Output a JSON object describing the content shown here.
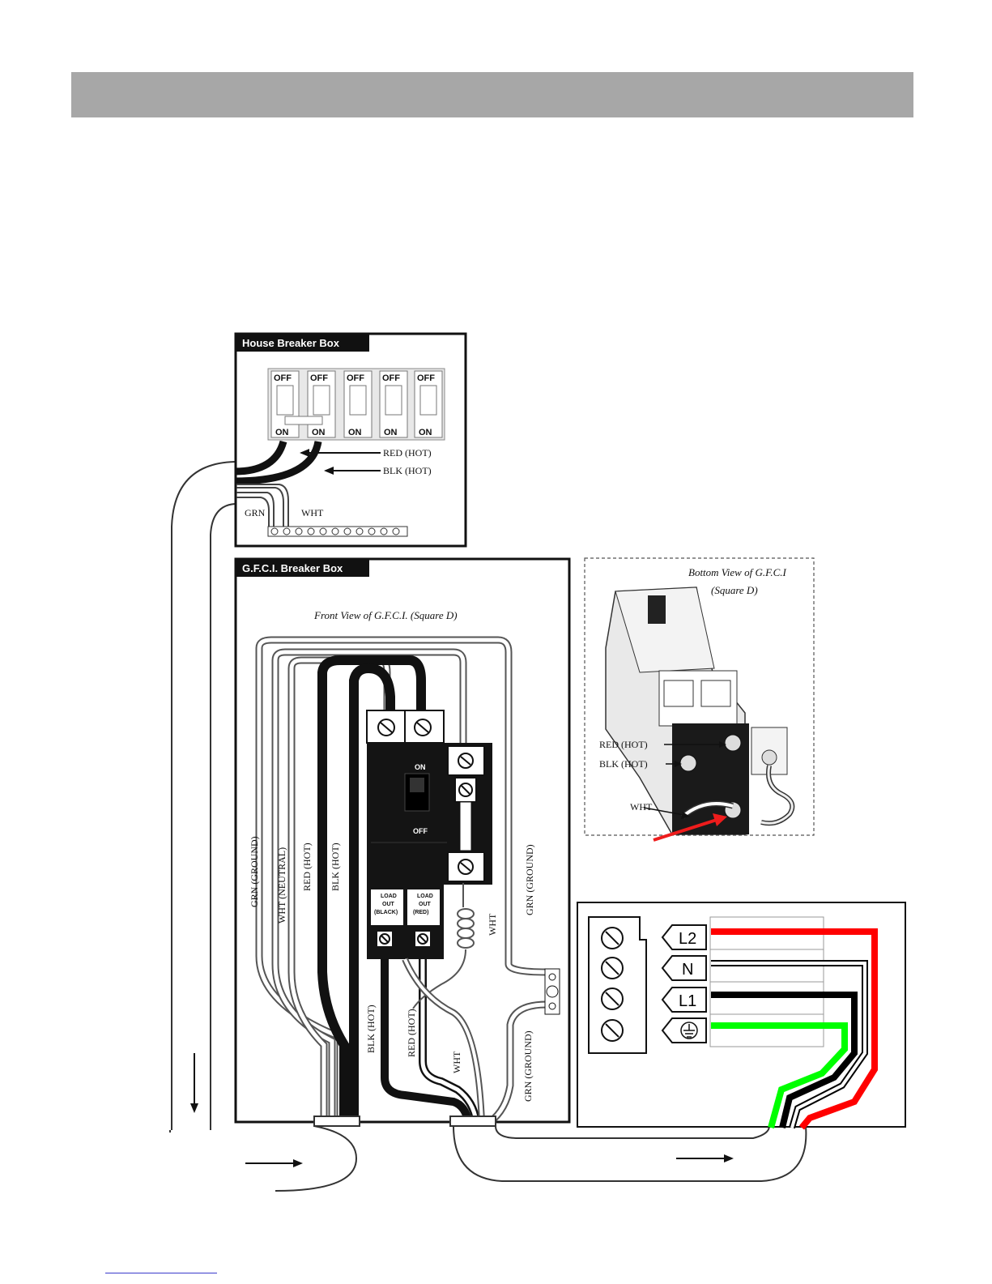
{
  "house_box": {
    "title": "House Breaker Box",
    "switches": [
      {
        "off": "OFF",
        "on": "ON"
      },
      {
        "off": "OFF",
        "on": "ON"
      },
      {
        "off": "OFF",
        "on": "ON"
      },
      {
        "off": "OFF",
        "on": "ON"
      },
      {
        "off": "OFF",
        "on": "ON"
      }
    ],
    "labels": {
      "red": "RED (HOT)",
      "blk": "BLK (HOT)",
      "grn": "GRN",
      "wht": "WHT"
    }
  },
  "gfci_box": {
    "title": "G.F.C.I. Breaker Box",
    "front_view": "Front View of G.F.C.I. (Square D)",
    "breaker_on": "ON",
    "breaker_off": "OFF",
    "load_black": [
      "LOAD",
      "OUT",
      "(BLACK)"
    ],
    "load_red": [
      "LOAD",
      "OUT",
      "(RED)"
    ],
    "wire_labels": {
      "grn_ground_left": "GRN (GROUND)",
      "wht_neutral": "WHT (NEUTRAL)",
      "red_hot_left": "RED (HOT)",
      "blk_hot_left": "BLK (HOT)",
      "blk_hot_lower": "BLK (HOT)",
      "red_hot_lower": "RED (HOT)",
      "wht_lower": "WHT",
      "wht_right": "WHT",
      "grn_ground_right": "GRN (GROUND)",
      "grn_ground_lower": "GRN (GROUND)"
    }
  },
  "bottom_view": {
    "title_line1": "Bottom View of G.F.C.I",
    "title_line2": "(Square D)",
    "labels": {
      "red": "RED (HOT)",
      "blk": "BLK (HOT)",
      "wht": "WHT"
    }
  },
  "terminal_block": {
    "terminals": [
      {
        "label": "L2",
        "wire_color": "#ff0000"
      },
      {
        "label": "N",
        "wire_color": "#ffffff"
      },
      {
        "label": "L1",
        "wire_color": "#000000"
      },
      {
        "label": "",
        "icon": "ground-icon",
        "wire_color": "#00ff00"
      }
    ]
  },
  "colors": {
    "header_bar": "#a7a7a7",
    "arrow_red": "#ee1c1c"
  }
}
